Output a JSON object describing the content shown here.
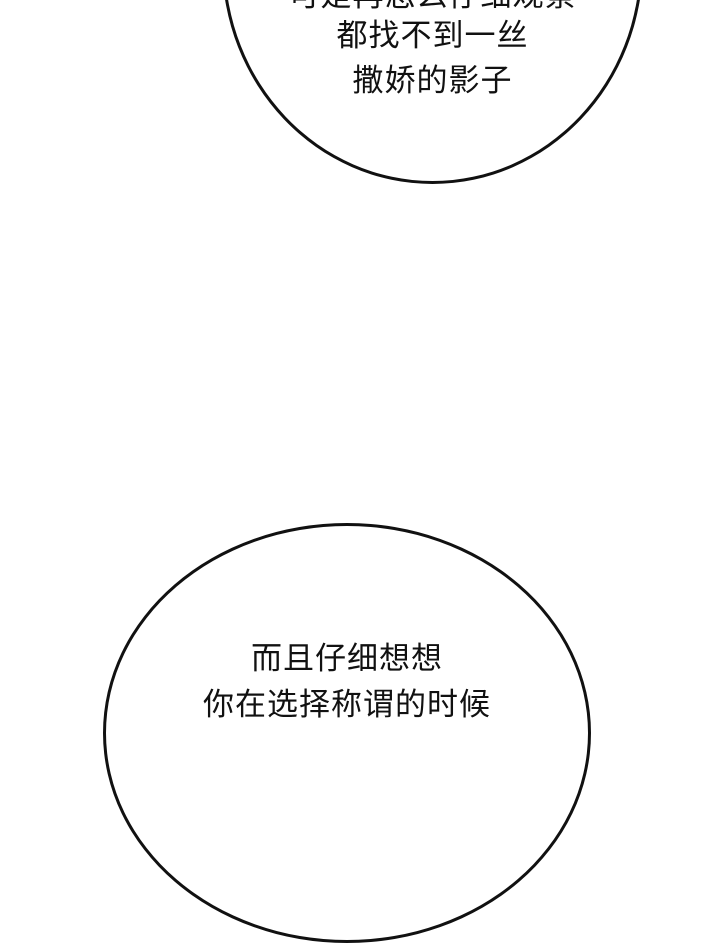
{
  "bubbles": [
    {
      "lines": [
        "可是再怎么仔细观察",
        "都找不到一丝",
        "撒娇的影子"
      ]
    },
    {
      "lines": [
        "而且仔细想想",
        "你在选择称谓的时候"
      ]
    }
  ]
}
